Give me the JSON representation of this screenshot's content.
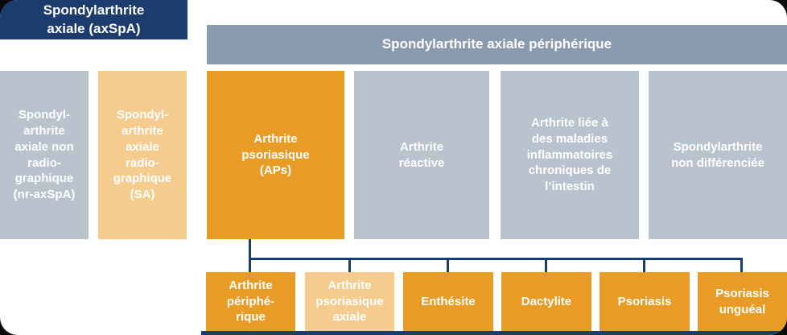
{
  "palette": {
    "navy": "#1d3c6e",
    "header_gray": "#8a9bb0",
    "box_gray": "#b9c3ce",
    "orange": "#e99c25",
    "light_orange": "#f5cc8e",
    "text": "#ffffff",
    "background": "#ffffff"
  },
  "headers": {
    "axial": "Spondylarthrite\naxiale (axSpA)",
    "peripheral": "Spondylarthrite axiale périphérique"
  },
  "axial_boxes": [
    {
      "label": "Spondyl-\narthrite\naxiale non\nradio-\ngraphique\n(nr-axSpA)",
      "variant": "gray"
    },
    {
      "label": "Spondyl-\narthrite\naxiale\nradio-\ngraphique\n(SA)",
      "variant": "light_orange"
    }
  ],
  "peripheral_boxes": [
    {
      "label": "Arthrite\npsoriasique\n(APs)",
      "variant": "orange"
    },
    {
      "label": "Arthrite\nréactive",
      "variant": "gray"
    },
    {
      "label": "Arthrite liée à\ndes maladies\ninflammatoires\nchroniques de\nl’intestin",
      "variant": "gray"
    },
    {
      "label": "Spondylarthrite\nnon différenciée",
      "variant": "gray"
    }
  ],
  "aps_children": [
    {
      "label": "Arthrite\npériphé-\nrique",
      "variant": "orange"
    },
    {
      "label": "Arthrite\npsoriasique\naxiale",
      "variant": "light_orange"
    },
    {
      "label": "Enthésite",
      "variant": "orange"
    },
    {
      "label": "Dactylite",
      "variant": "orange"
    },
    {
      "label": "Psoriasis",
      "variant": "orange"
    },
    {
      "label": "Psoriasis\nunguéal",
      "variant": "orange"
    }
  ]
}
